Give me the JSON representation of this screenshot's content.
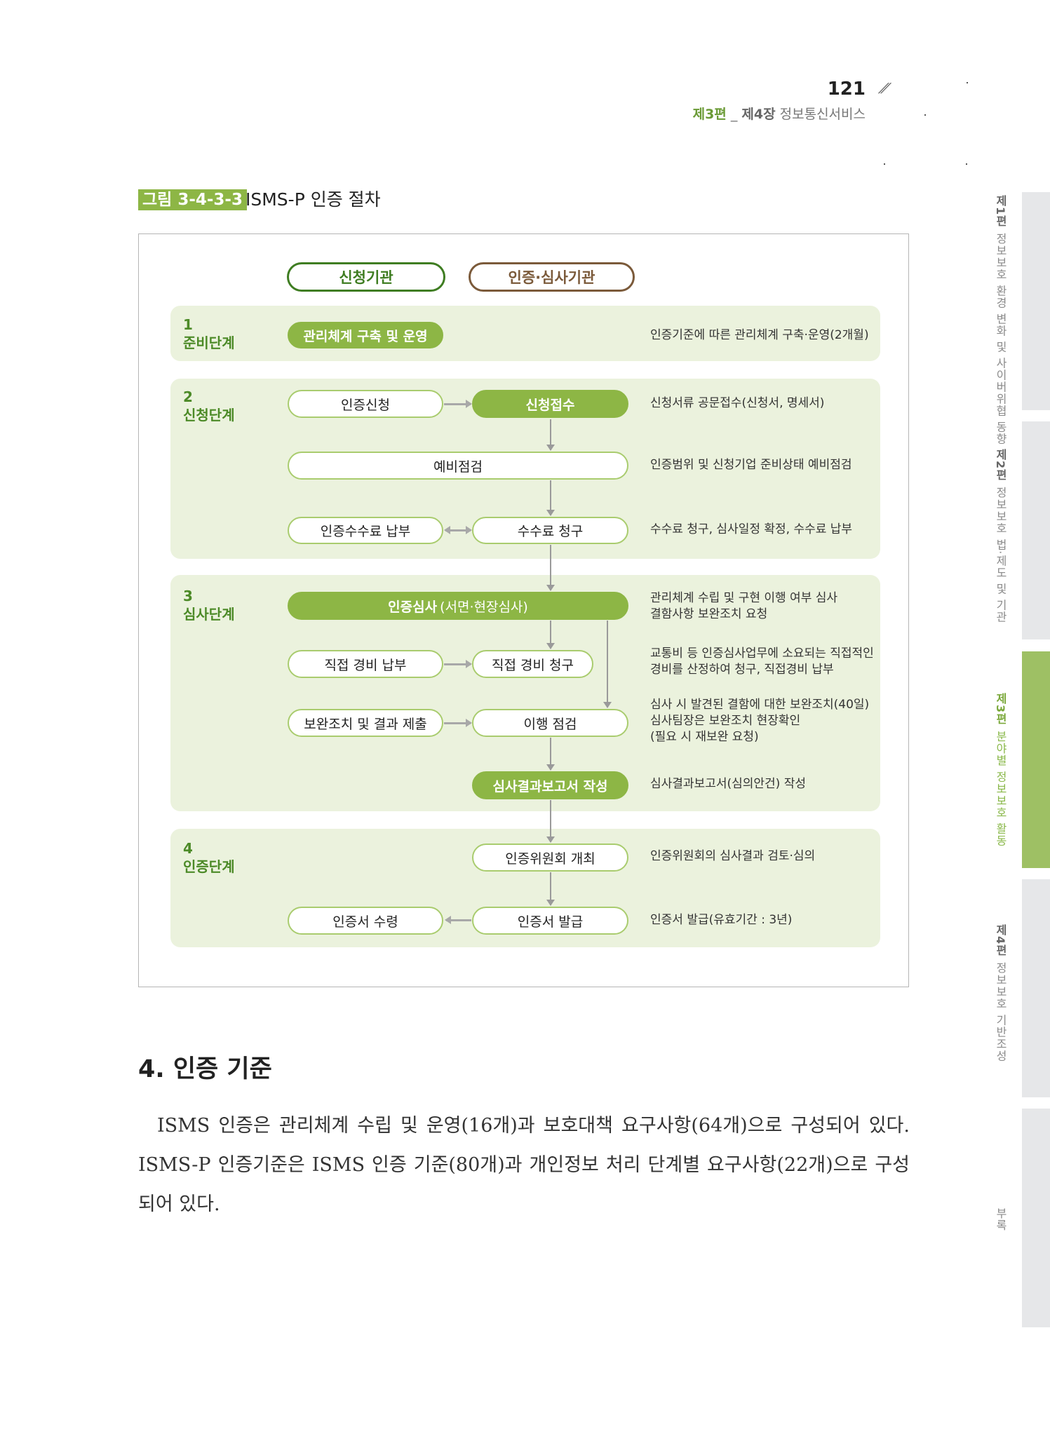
{
  "header": {
    "page_number": "121",
    "part": "제3편",
    "separator": "_",
    "chapter": "제4장",
    "chapter_title": "정보통신서비스"
  },
  "figure": {
    "tag": "그림 3-4-3-3",
    "title": "ISMS-P 인증 절차",
    "legend": {
      "applicant": "신청기관",
      "certifier": "인증·심사기관"
    },
    "stages": [
      {
        "num": "1",
        "name": "준비단계"
      },
      {
        "num": "2",
        "name": "신청단계"
      },
      {
        "num": "3",
        "name": "심사단계"
      },
      {
        "num": "4",
        "name": "인증단계"
      }
    ],
    "steps": {
      "build": "관리체계 구축 및 운영",
      "apply": "인증신청",
      "receive": "신청접수",
      "precheck": "예비점검",
      "pay_fee": "인증수수료 납부",
      "bill_fee": "수수료 청구",
      "audit": "인증심사",
      "audit_sub": "(서면·현장심사)",
      "pay_direct": "직접 경비 납부",
      "bill_direct": "직접 경비 청구",
      "submit_fix": "보완조치 및 결과 제출",
      "verify": "이행 점검",
      "report": "심사결과보고서 작성",
      "committee": "인증위원회 개최",
      "receive_cert": "인증서 수령",
      "issue_cert": "인증서 발급"
    },
    "notes": {
      "build": "인증기준에 따른 관리체계 구축·운영(2개월)",
      "receive": "신청서류 공문접수(신청서, 명세서)",
      "precheck": "인증범위 및 신청기업 준비상태 예비점검",
      "fee": "수수료 청구, 심사일정 확정, 수수료 납부",
      "audit_1": "관리체계 수립 및 구현 이행 여부 심사",
      "audit_2": "결함사항 보완조치 요청",
      "direct_1": "교통비 등 인증심사업무에 소요되는 직접적인",
      "direct_2": "경비를 산정하여 청구, 직접경비 납부",
      "verify_1": "심사 시 발견된 결함에 대한 보완조치(40일)",
      "verify_2": "심사팀장은 보완조치 현장확인",
      "verify_3": "(필요 시 재보완 요청)",
      "report": "심사결과보고서(심의안건) 작성",
      "committee": "인증위원회의 심사결과 검토·심의",
      "issue": "인증서 발급(유효기간 : 3년)"
    }
  },
  "section": {
    "title": "4. 인증 기준",
    "paragraph": "ISMS 인증은 관리체계 수립 및 운영(16개)과 보호대책 요구사항(64개)으로 구성되어 있다. ISMS-P 인증기준은 ISMS 인증 기준(80개)과 개인정보 처리 단계별 요구사항(22개)으로 구성되어 있다."
  },
  "side_tabs": [
    {
      "part": "제1편",
      "title": "정보보호 환경 변화 및 사이버위협 동향"
    },
    {
      "part": "제2편",
      "title": "정보보호 법·제도 및 기관"
    },
    {
      "part": "제3편",
      "title": "분야별 정보보호 활동",
      "active": true
    },
    {
      "part": "제4편",
      "title": "정보보호 기반조성"
    },
    {
      "part": "",
      "title": "부록"
    }
  ],
  "colors": {
    "accent": "#8db645",
    "dark_green": "#3f7d22",
    "brown": "#7b5a3a",
    "band": "#ebf2dd"
  }
}
